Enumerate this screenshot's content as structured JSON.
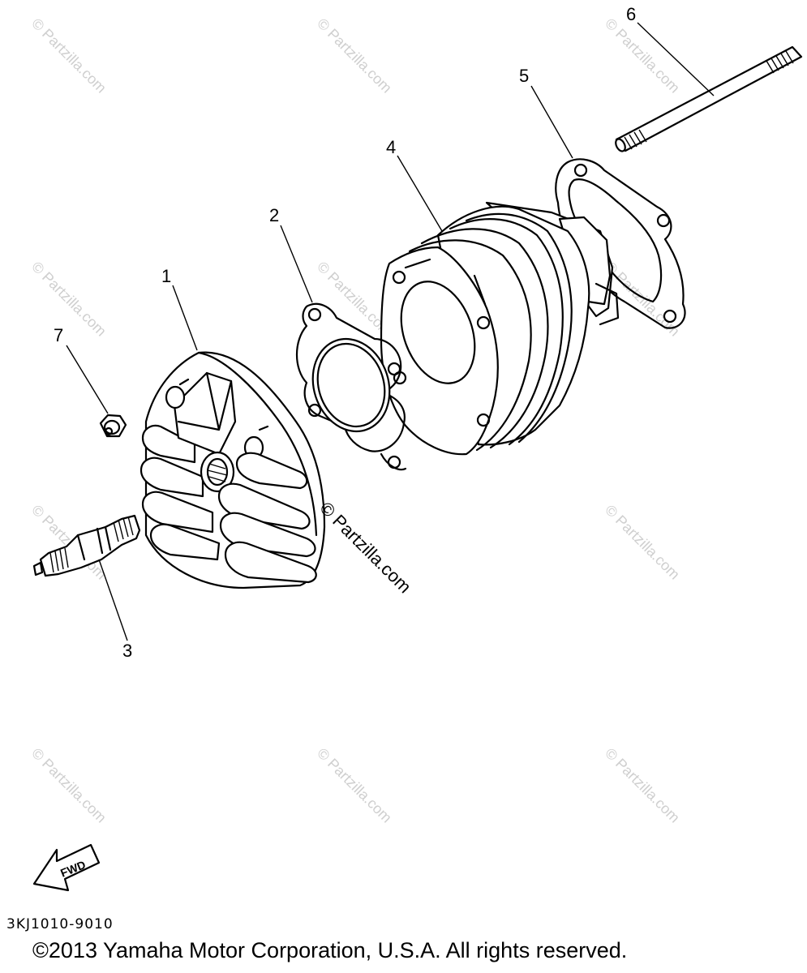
{
  "callouts": [
    {
      "id": "part-1",
      "label": "1"
    },
    {
      "id": "part-2",
      "label": "2"
    },
    {
      "id": "part-3",
      "label": "3"
    },
    {
      "id": "part-4",
      "label": "4"
    },
    {
      "id": "part-5",
      "label": "5"
    },
    {
      "id": "part-6",
      "label": "6"
    },
    {
      "id": "part-7",
      "label": "7"
    }
  ],
  "direction_label": "FWD",
  "watermark_text": "© Partzilla.com",
  "diagram_code": "3KJ1010-9010",
  "copyright": "©2013 Yamaha Motor Corporation, U.S.A. All rights reserved."
}
